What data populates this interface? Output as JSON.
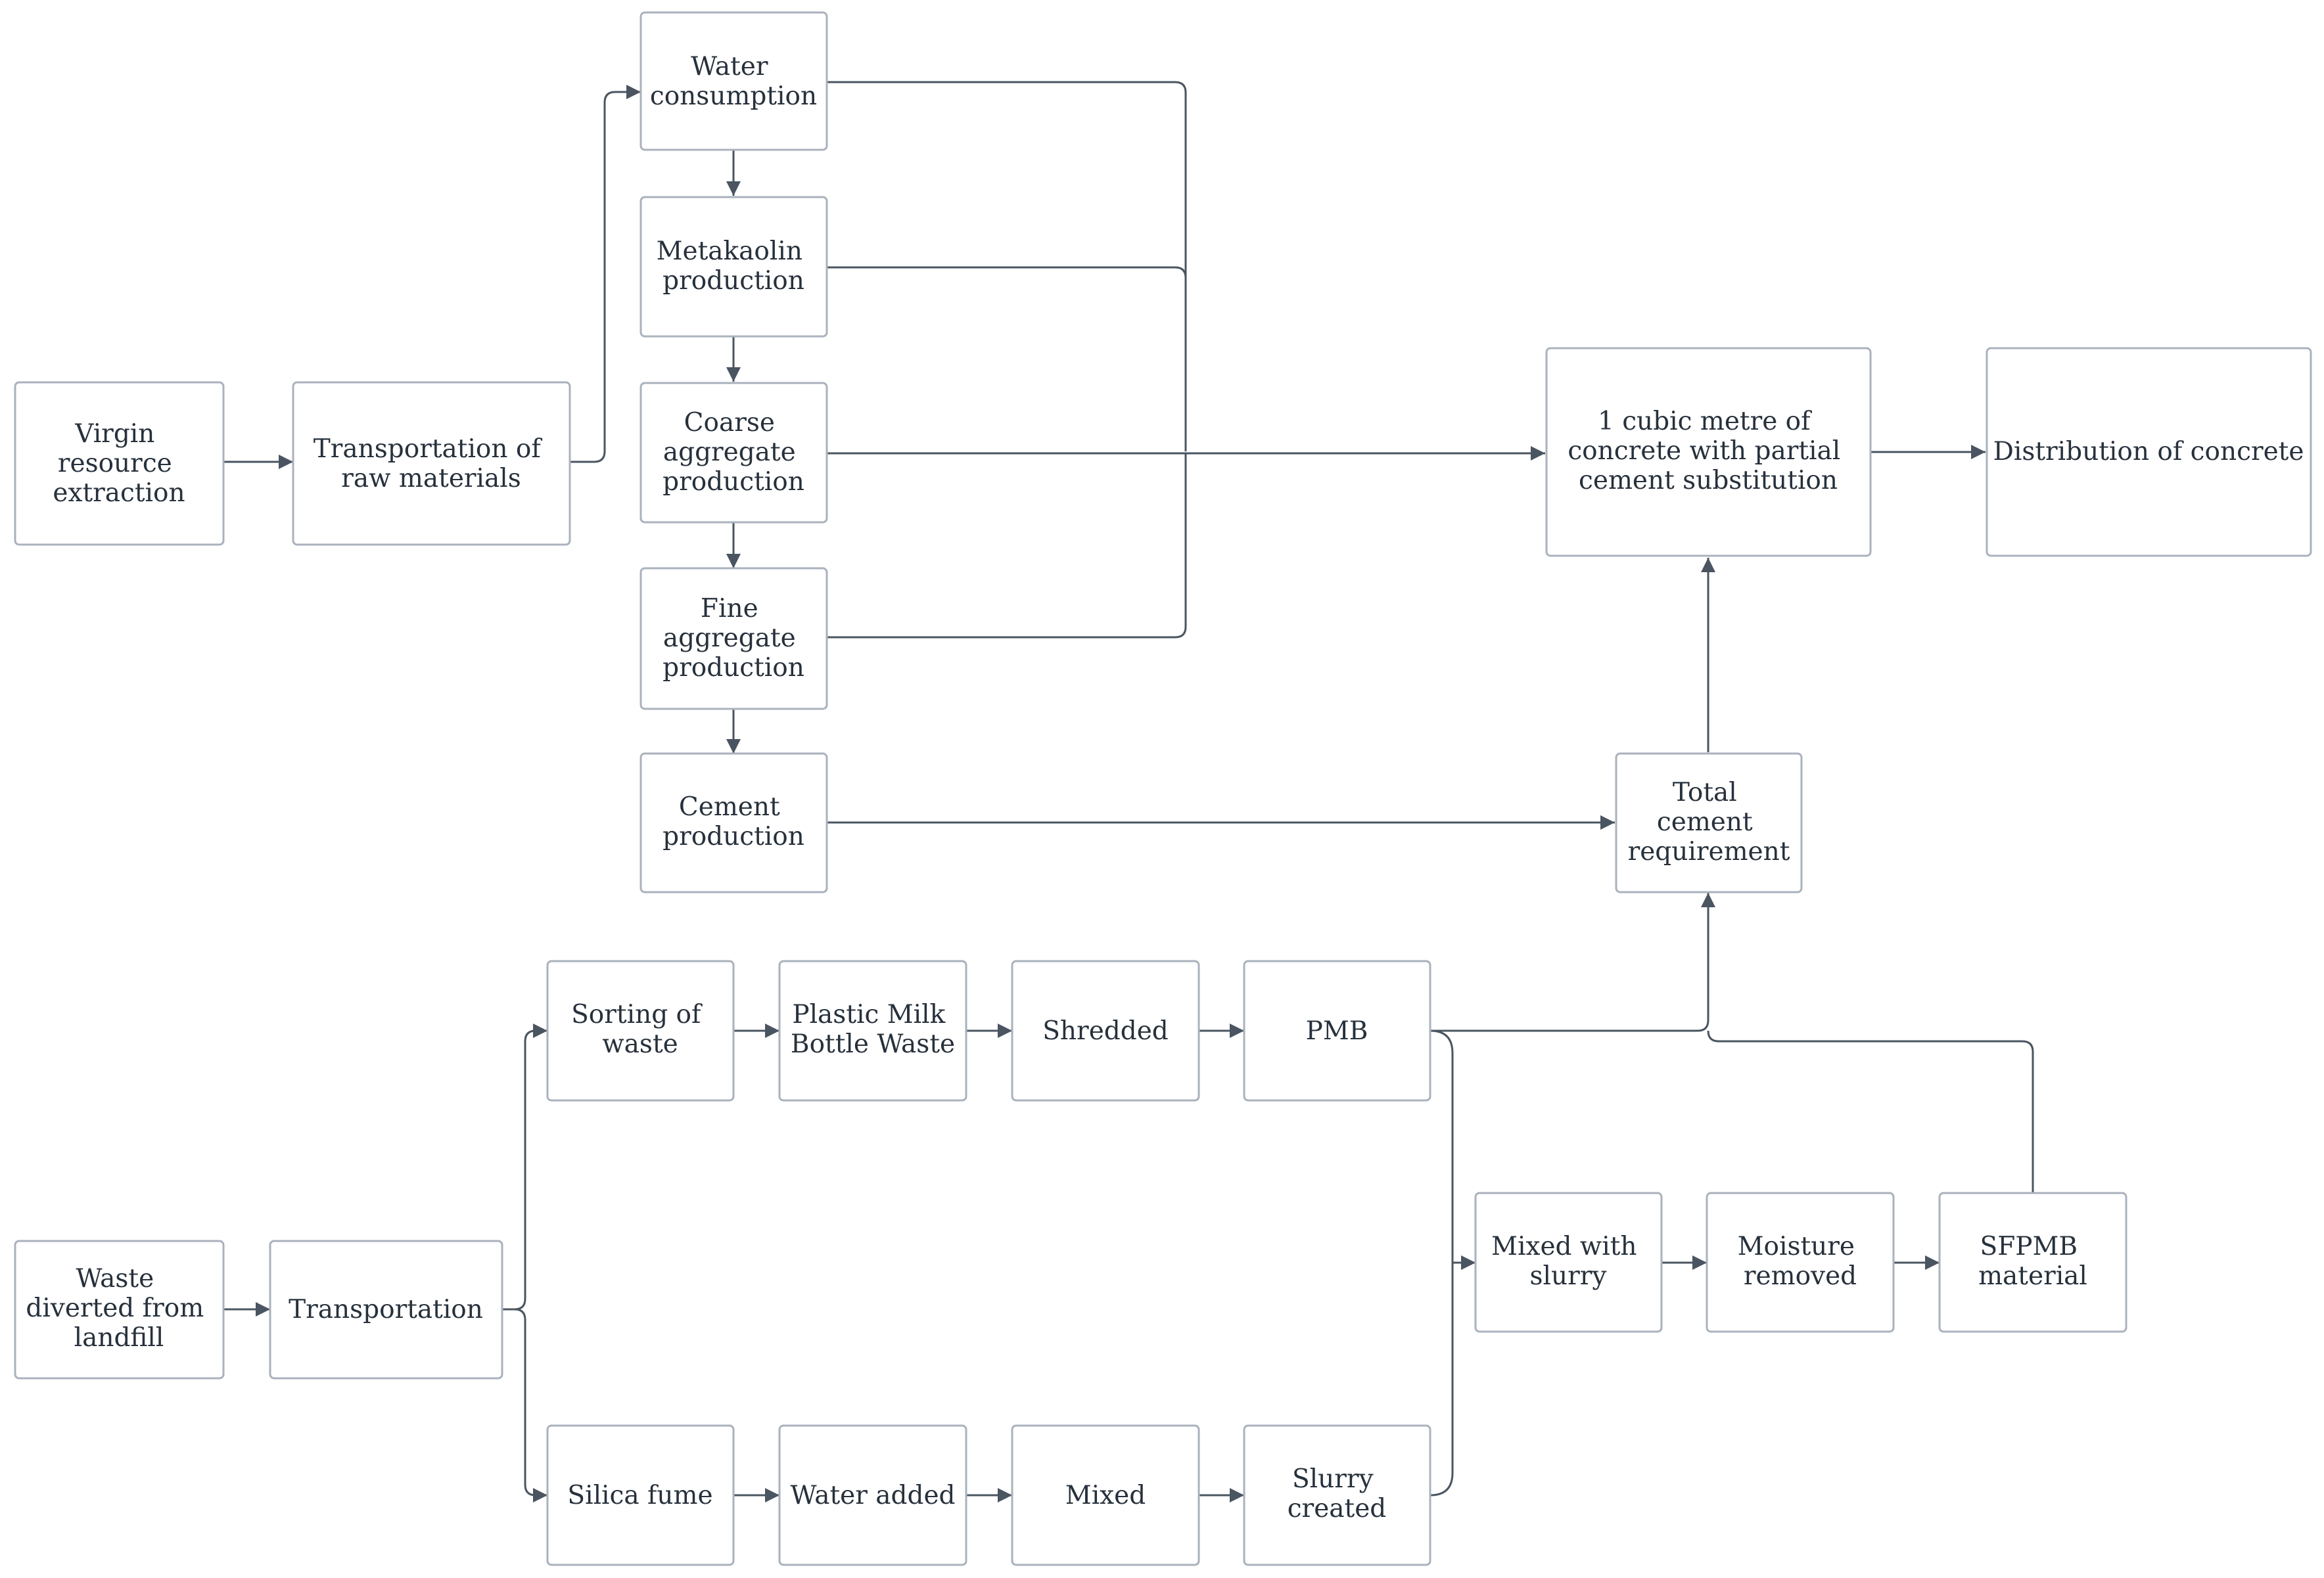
{
  "nodes": {
    "virgin": [
      "Virgin",
      "resource",
      "extraction"
    ],
    "transport_raw": [
      "Transportation of",
      "raw materials"
    ],
    "water": [
      "Water",
      "consumption"
    ],
    "metakaolin": [
      "Metakaolin",
      "production"
    ],
    "coarse": [
      "Coarse",
      "aggregate",
      "production"
    ],
    "fine": [
      "Fine",
      "aggregate",
      "production"
    ],
    "cement": [
      "Cement",
      "production"
    ],
    "concrete": [
      "1 cubic metre of",
      "concrete with partial",
      "cement substitution"
    ],
    "distribution": [
      "Distribution of concrete"
    ],
    "total_cement": [
      "Total",
      "cement",
      "requirement"
    ],
    "waste": [
      "Waste",
      "diverted from",
      "landfill"
    ],
    "transport": [
      "Transportation"
    ],
    "sorting": [
      "Sorting of",
      "waste"
    ],
    "plastic": [
      "Plastic Milk",
      "Bottle Waste"
    ],
    "shredded": [
      "Shredded"
    ],
    "pmb": [
      "PMB"
    ],
    "silica": [
      "Silica fume"
    ],
    "water_added": [
      "Water added"
    ],
    "mixed": [
      "Mixed"
    ],
    "slurry": [
      "Slurry",
      "created"
    ],
    "mixed_slurry": [
      "Mixed with",
      "slurry"
    ],
    "moisture": [
      "Moisture",
      "removed"
    ],
    "sfpmb": [
      "SFPMB",
      "material"
    ]
  },
  "colors": {
    "box_border": "#aab2bd",
    "arrow": "#4a5561",
    "text": "#27313c"
  }
}
